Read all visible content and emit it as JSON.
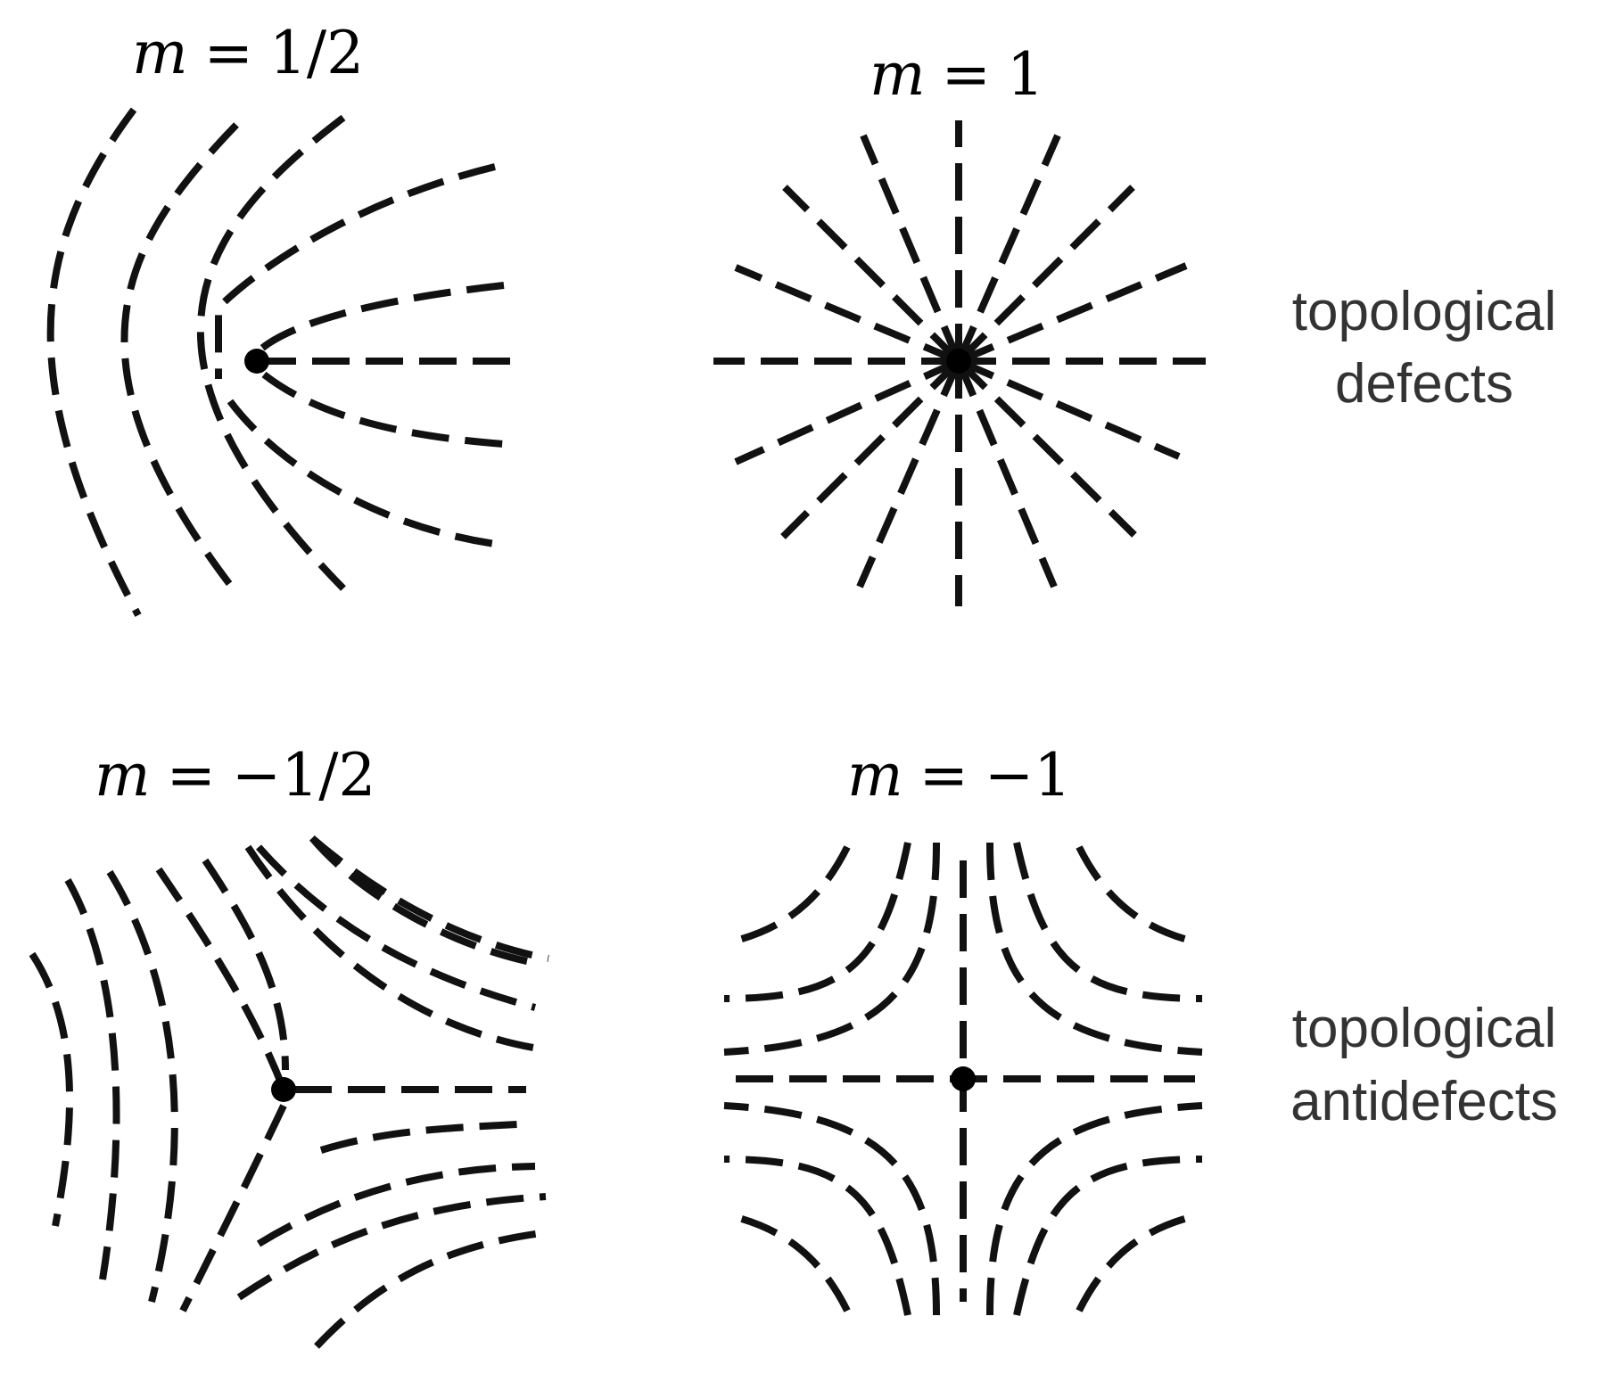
{
  "panels": [
    {
      "id": "half",
      "label": {
        "symbol": "m",
        "equals": "=",
        "value": "1/2"
      }
    },
    {
      "id": "one",
      "label": {
        "symbol": "m",
        "equals": "=",
        "value": "1"
      }
    },
    {
      "id": "minus-half",
      "label": {
        "symbol": "m",
        "equals": "=",
        "value": "−1/2"
      }
    },
    {
      "id": "minus-one",
      "label": {
        "symbol": "m",
        "equals": "=",
        "value": "−1"
      }
    }
  ],
  "row_labels": {
    "top": {
      "line1": "topological",
      "line2": "defects"
    },
    "bottom": {
      "line1": "topological",
      "line2": "antidefects"
    }
  },
  "colors": {
    "line": "#111111",
    "core": "#000000",
    "side_text": "#333333",
    "label_text": "#000000"
  }
}
